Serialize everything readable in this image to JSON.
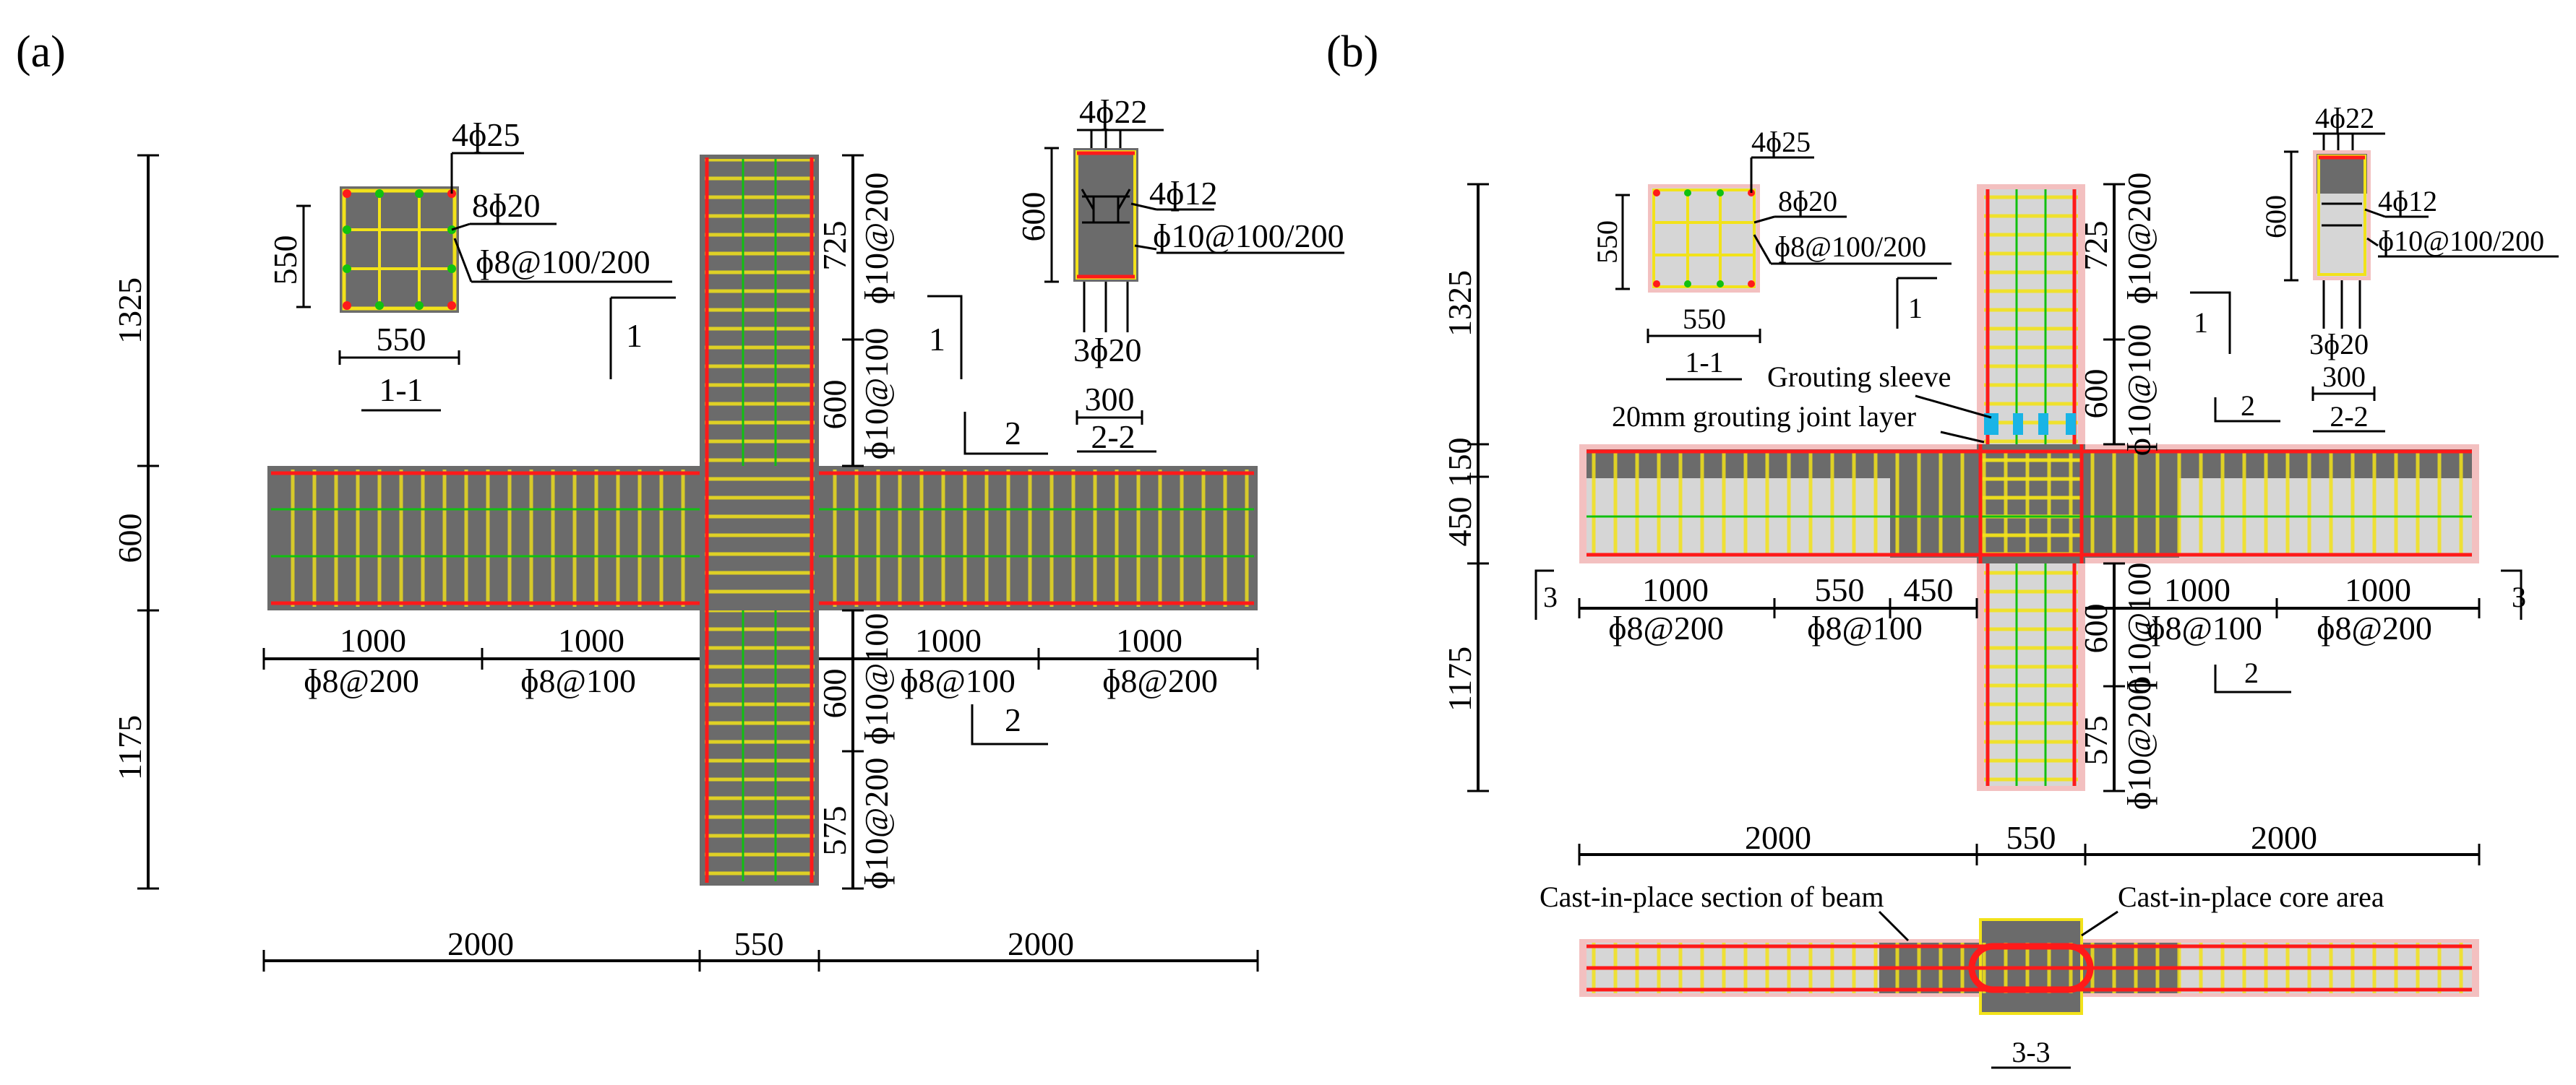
{
  "panels": {
    "a": {
      "label": "(a)"
    },
    "b": {
      "label": "(b)"
    }
  },
  "dims": {
    "h_1325": "1325",
    "h_600": "600",
    "h_1175": "1175",
    "w_2000": "2000",
    "w_550": "550",
    "w_1000": "1000",
    "w_300": "300",
    "c_725": "725",
    "c_600": "600",
    "c_575": "575",
    "b_150": "150",
    "b_450": "450",
    "s_450": "450"
  },
  "rebar": {
    "col_main": "4ɸ25",
    "col_mid": "8ɸ20",
    "col_tie": "ɸ8@100/200",
    "beam_top": "4ɸ22",
    "beam_side": "4ɸ12",
    "beam_tie": "ɸ10@100/200",
    "beam_bot": "3ɸ20",
    "stir_200": "ɸ8@200",
    "stir_100": "ɸ8@100",
    "col_stir_a": "ɸ10@100",
    "col_stir_b": "ɸ10@200"
  },
  "sections": {
    "s11": "1-1",
    "s22": "2-2",
    "s33": "3-3",
    "m1": "1",
    "m2": "2",
    "m3": "3"
  },
  "annotations": {
    "grouting_sleeve": "Grouting sleeve",
    "grouting_joint": "20mm grouting joint layer",
    "cip_beam": "Cast-in-place section of beam",
    "cip_core": "Cast-in-place core area"
  },
  "colors": {
    "concrete": "#6b6b6b",
    "precast": "#d6d6d6",
    "longitudinal_bar": "#ff1a1a",
    "tie_bar": "#f2e21a",
    "distribution_bar": "#10c010",
    "sleeve": "#19b4e6"
  }
}
